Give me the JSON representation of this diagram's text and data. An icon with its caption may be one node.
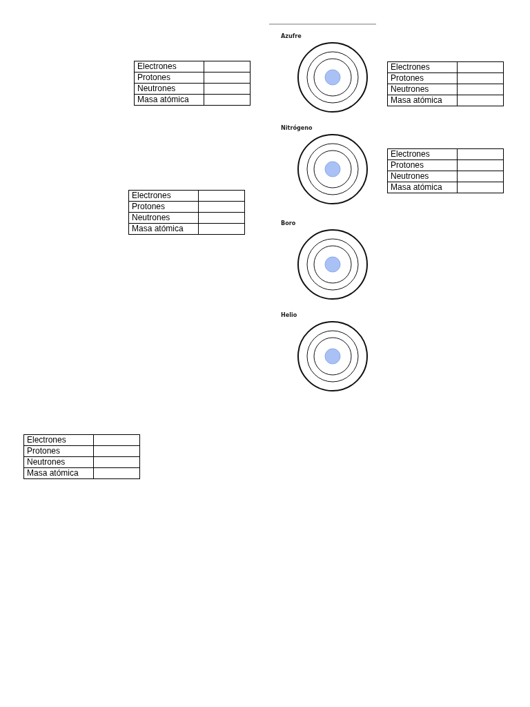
{
  "diagram": {
    "labels": [
      "Azufre",
      "Electrones",
      "Protones",
      "Neutrones",
      "Masa atómica",
      "Electrones",
      "Protones",
      "Neutrones",
      "Masa atómica",
      "Nitrógeno",
      "Electrones",
      "Protones",
      "Neutrones",
      "Masa atómica",
      "Electrones",
      "Protones",
      "Neutrones",
      "Masa atómica",
      "Boro",
      "Helio",
      "Electrones",
      "Protones",
      "Neutrones",
      "Masa atómica"
    ]
  }
}
